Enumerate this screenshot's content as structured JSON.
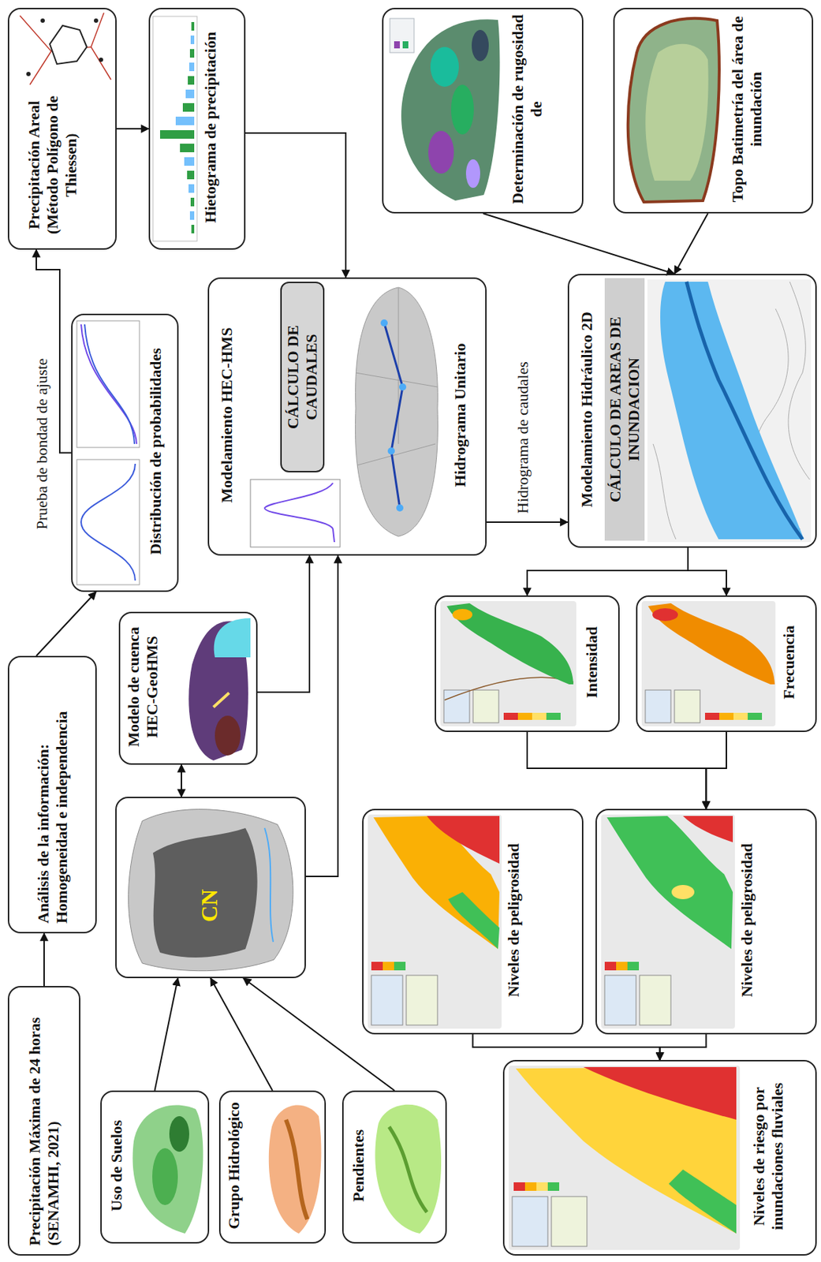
{
  "diagram": {
    "nodes": [
      {
        "text": [
          "Precipitación Máxima de 24 horas (SENAMHI, 2021)"
        ]
      },
      {
        "text": [
          "Análisis de la información: Homogeneidad e independencia"
        ]
      },
      {
        "text": [
          "Distribución de probabilidades"
        ]
      },
      {
        "text": [
          "Precipitación Areal (Método Polígono de Thiessen)"
        ]
      },
      {
        "text": [
          "Hietograma de precipitación"
        ]
      },
      {
        "text": [
          "Uso de Suelos"
        ]
      },
      {
        "text": [
          "Grupo Hidrológico"
        ]
      },
      {
        "text": [
          "Pendientes"
        ]
      },
      {
        "text": [
          "CN"
        ]
      },
      {
        "text": [
          "Modelo de cuenca HEC-GeoHMS"
        ]
      },
      {
        "text": [
          "Modelamiento HEC-HMS",
          "Hidrograma Unitario"
        ]
      },
      {
        "text": [
          "CÁLCULO DE CAUDALES"
        ],
        "in": 10
      },
      {
        "text": [
          "Determinación de rugosidad de"
        ]
      },
      {
        "text": [
          "Topo Batimetría del área de inundación"
        ]
      },
      {
        "text": [
          "Modelamiento Hidráulico 2D",
          "CÁLCULO DE AREAS DE INUNDACION"
        ]
      },
      {
        "text": [
          "Intensidad"
        ]
      },
      {
        "text": [
          "Frecuencia"
        ]
      },
      {
        "text": [
          "Niveles de peligrosidad"
        ]
      },
      {
        "text": [
          "Niveles de peligrosidad"
        ]
      },
      {
        "text": [
          "Niveles de riesgo por inundaciones fluviales"
        ]
      }
    ],
    "edges": [
      {
        "from": 0,
        "to": 1,
        "arrow": "to"
      },
      {
        "from": 1,
        "to": 2,
        "arrow": "to"
      },
      {
        "from": 2,
        "to": 3,
        "label": "Prueba de bondad de ajuste",
        "arrow": "to"
      },
      {
        "from": 3,
        "to": 4,
        "arrow": "to"
      },
      {
        "from": 4,
        "to": 10,
        "arrow": "to"
      },
      {
        "from": 5,
        "to": 8,
        "arrow": "to"
      },
      {
        "from": 6,
        "to": 8,
        "arrow": "to"
      },
      {
        "from": 7,
        "to": 8,
        "arrow": "to"
      },
      {
        "from": 8,
        "to": 9,
        "arrow": "both"
      },
      {
        "from": 8,
        "to": 10,
        "arrow": "to"
      },
      {
        "from": 9,
        "to": 10,
        "arrow": "to"
      },
      {
        "from": 10,
        "to": 14,
        "label": "Hidrograma de caudales",
        "arrow": "to"
      },
      {
        "from": 12,
        "to": 14,
        "arrow": "to"
      },
      {
        "from": 13,
        "to": 14,
        "arrow": "to"
      },
      {
        "from": 14,
        "to": 15,
        "arrow": "to"
      },
      {
        "from": 14,
        "to": 16,
        "arrow": "to"
      },
      {
        "from": 15,
        "to": 18,
        "arrow": "to"
      },
      {
        "from": 16,
        "to": 18,
        "arrow": "to"
      },
      {
        "from": 17,
        "to": 19,
        "arrow": "to"
      },
      {
        "from": 18,
        "to": 19,
        "arrow": "to"
      }
    ]
  }
}
